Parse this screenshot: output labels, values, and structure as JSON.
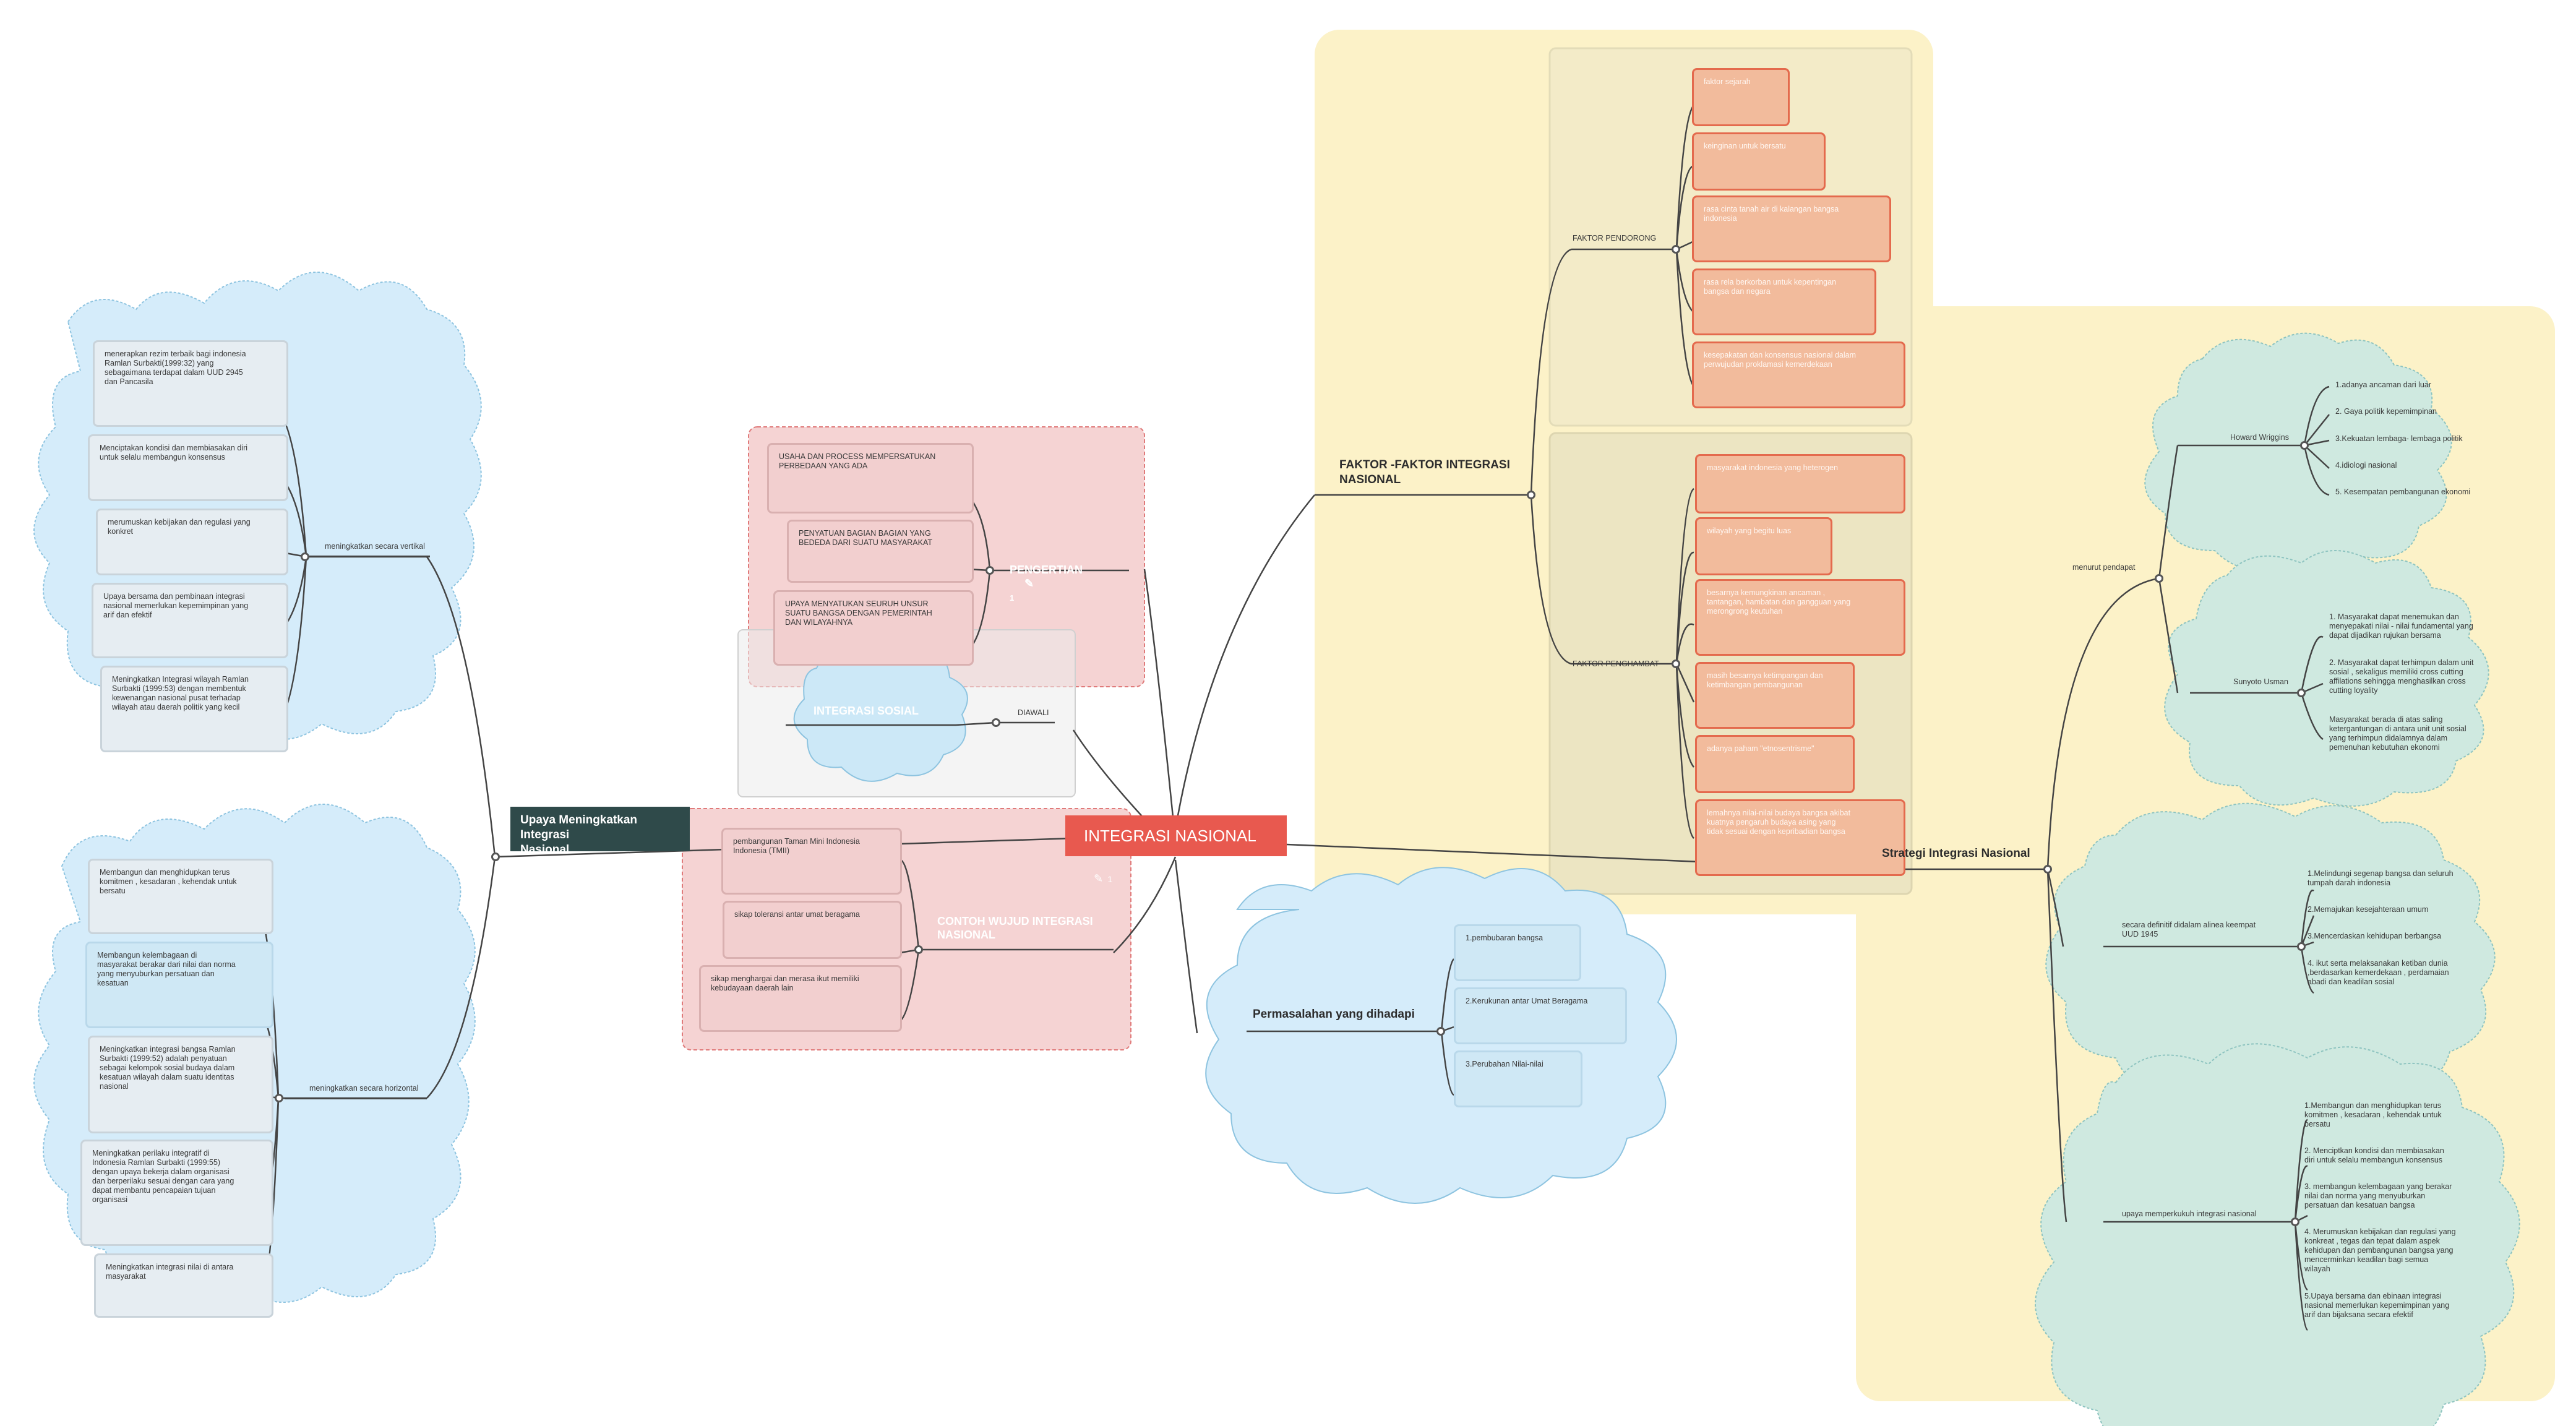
{
  "center": {
    "label": "INTEGRASI NASIONAL",
    "note_count": "1"
  },
  "upaya": {
    "title": "Upaya Meningkatkan Integrasi\nNasional",
    "vertical": {
      "label": "meningkatkan secara vertikal",
      "items": [
        "menerapkan rezim terbaik bagi indonesia\nRamlan Surbakti(1999:32) yang\nsebagaimana terdapat dalam UUD 2945\ndan Pancasila",
        "Menciptakan kondisi dan membiasakan diri\nuntuk selalu membangun konsensus",
        "merumuskan kebijakan dan regulasi yang\nkonkret",
        "Upaya bersama dan pembinaan integrasi\nnasional memerlukan kepemimpinan yang\narif dan efektif",
        "Meningkatkan Integrasi wilayah Ramlan\nSurbakti (1999:53) dengan membentuk\nkewenangan nasional pusat terhadap\nwilayah atau daerah politik yang kecil"
      ]
    },
    "horizontal": {
      "label": "meningkatkan secara horizontal",
      "items": [
        "Membangun dan menghidupkan terus\nkomitmen , kesadaran , kehendak untuk\nbersatu",
        "Membangun kelembagaan di\nmasyarakat berakar dari nilai dan norma\nyang menyuburkan persatuan dan\nkesatuan",
        "Meningkatkan integrasi bangsa Ramlan\nSurbakti (1999:52) adalah penyatuan\nsebagai kelompok sosial budaya dalam\nkesatuan wilayah dalam suatu identitas\nnasional",
        "Meningkatkan perilaku integratif di\nIndonesia Ramlan Surbakti (1999:55)\ndengan upaya bekerja dalam organisasi\ndan berperilaku sesuai dengan cara yang\ndapat membantu pencapaian tujuan\norganisasi",
        "Meningkatkan integrasi nilai di antara\nmasyarakat"
      ]
    }
  },
  "pengertian": {
    "label": "PENGERTIAN",
    "note_count": "1",
    "items": [
      "USAHA DAN PROCESS MEMPERSATUKAN\nPERBEDAAN YANG ADA",
      "PENYATUAN BAGIAN BAGIAN YANG\nBEDEDA DARI SUATU MASYARAKAT",
      "UPAYA MENYATUKAN SEURUH UNSUR\nSUATU BANGSA DENGAN PEMERINTAH\nDAN WILAYAHNYA"
    ]
  },
  "integrasi_sosial": {
    "label": "INTEGRASI SOSIAL",
    "relation": "DIAWALI"
  },
  "contoh": {
    "label": "CONTOH WUJUD INTEGRASI\nNASIONAL",
    "items": [
      "pembangunan Taman Mini Indonesia\nIndonesia (TMII)",
      "sikap toleransi antar umat beragama",
      "sikap menghargai dan merasa ikut memiliki\nkebudayaan daerah lain"
    ]
  },
  "faktor": {
    "title": "FAKTOR -FAKTOR INTEGRASI\nNASIONAL",
    "pendorong": {
      "label": "FAKTOR PENDORONG",
      "items": [
        "faktor sejarah",
        "keinginan untuk bersatu",
        "rasa cinta tanah air di kalangan bangsa\nindonesia",
        "rasa rela berkorban untuk kepentingan\nbangsa dan negara",
        "kesepakatan dan konsensus nasional dalam\nperwujudan proklamasi kemerdekaan"
      ]
    },
    "penghambat": {
      "label": "FAKTOR PENGHAMBAT",
      "items": [
        "masyarakat indonesia yang heterogen",
        "wilayah yang begitu luas",
        "besarnya kemungkinan ancaman ,\ntantangan, hambatan dan gangguan yang\nmerongrong keutuhan",
        "masih besarnya ketimpangan dan\nketimbangan pembangunan",
        "adanya paham \"etnosentrisme\"",
        "lemahnya nilai-nilai budaya bangsa akibat\nkuatnya pengaruh budaya asing yang\ntidak sesuai dengan kepribadian bangsa"
      ]
    }
  },
  "permasalahan": {
    "label": "Permasalahan yang dihadapi",
    "items": [
      "1.pembubaran bangsa",
      "2.Kerukunan antar Umat Beragama",
      "3.Perubahan Nilai-nilai"
    ]
  },
  "strategi": {
    "title": "Strategi Integrasi Nasional",
    "menurut": "menurut pendapat",
    "wriggins": {
      "label": "Howard Wriggins",
      "items": [
        "1.adanya ancaman dari luar",
        "2. Gaya politik kepemimpinan",
        "3.Kekuatan lembaga- lembaga politik",
        "4.idiologi nasional",
        "5. Kesempatan pembangunan ekonomi"
      ]
    },
    "usman": {
      "label": "Sunyoto Usman",
      "items": [
        "1. Masyarakat dapat menemukan dan\nmenyepakati  nilai - nilai fundamental yang\ndapat dijadikan rujukan bersama",
        "2. Masyarakat dapat terhimpun dalam unit\nsosial , sekaligus memiliki cross cutting\naffilations sehingga menghasilkan cross\ncutting loyality",
        "Masyarakat berada di atas saling\nketergantungan di antara unit unit sosial\nyang terhimpun didalamnya dalam\npemenuhan kebutuhan ekonomi"
      ]
    },
    "definitif": {
      "label": "secara definitif didalam alinea keempat\nUUD 1945",
      "items": [
        "1.Melindungi segenap bangsa dan seluruh\ntumpah darah indonesia",
        "2.Memajukan kesejahteraan umum",
        "3.Mencerdaskan kehidupan berbangsa",
        "4. ikut serta melaksanakan ketiban dunia\n,berdasarkan kemerdekaan , perdamaian\nabadi dan keadilan sosial"
      ]
    },
    "memperkukuh": {
      "label": "upaya memperkukuh integrasi nasional",
      "items": [
        "1.Membangun dan menghidupkan terus\nkomitmen , kesadaran , kehendak untuk\nbersatu",
        "2. Menciptkan kondisi dan membiasakan\ndiri untuk selalu membangun konsensus",
        "3. membangun kelembagaan yang berakar\nnilai dan norma yang menyuburkan\npersatuan dan kesatuan bangsa",
        "4. Merumuskan kebijakan dan regulasi yang\nkonkreat , tegas dan tepat dalam aspek\nkehidupan dan pembangunan bangsa yang\nmencerminkan keadilan bagi semua\nwilayah",
        "5.Upaya bersama dan ebinaan integrasi\nnasional memerlukan kepemimpinan yang\narif dan bijaksana secara efektif"
      ]
    }
  }
}
